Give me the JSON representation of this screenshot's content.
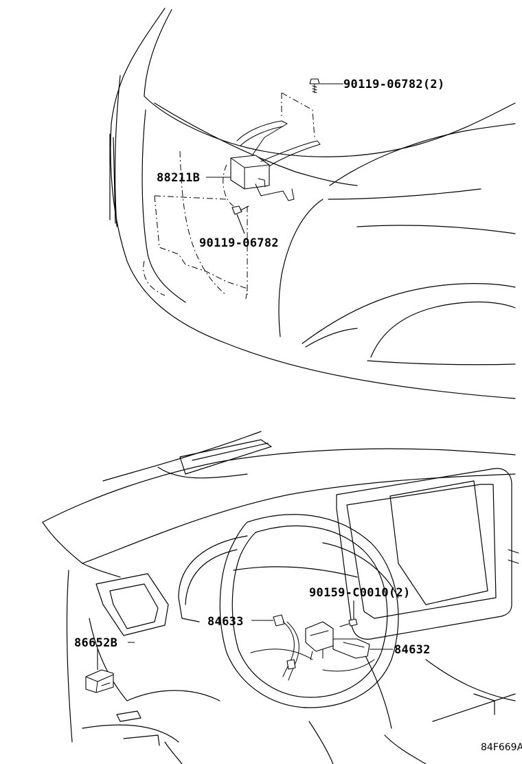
{
  "diagram_code": "84F669A",
  "parts": {
    "bolt_top": "90119-06782(2)",
    "sensor_module": "88211B",
    "bolt_lower": "90119-06782",
    "screw": "90159-C0010(2)",
    "switch_left": "84633",
    "switch_right": "84632",
    "connector": "86652B"
  }
}
